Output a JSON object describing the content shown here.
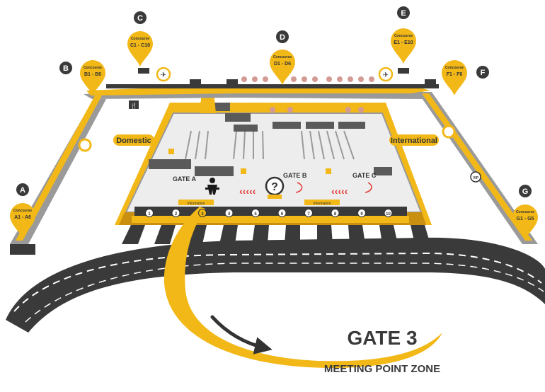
{
  "colors": {
    "accent": "#f2b817",
    "dark": "#333333",
    "road": "#3a3a3a",
    "wall": "#9a9a9a",
    "floor": "#ececec"
  },
  "concourses": [
    {
      "letter": "A",
      "title": "Concourse",
      "range": "A1 - A6"
    },
    {
      "letter": "B",
      "title": "Concourse",
      "range": "B1 - B6"
    },
    {
      "letter": "C",
      "title": "Concourse",
      "range": "C1 - C10"
    },
    {
      "letter": "D",
      "title": "Concourse",
      "range": "D1 - D6"
    },
    {
      "letter": "E",
      "title": "Concourse",
      "range": "E1 - E10"
    },
    {
      "letter": "F",
      "title": "Concourse",
      "range": "F1 - F6"
    },
    {
      "letter": "G",
      "title": "Concourse",
      "range": "G1 - G5"
    }
  ],
  "zones": {
    "domestic": "Domestic",
    "international": "International"
  },
  "gates": {
    "a": "GATE A",
    "b": "GATE B",
    "c": "GATE C"
  },
  "doors": [
    "1",
    "2",
    "3",
    "4",
    "5",
    "6",
    "7",
    "8",
    "9",
    "10"
  ],
  "highlight_door": "3",
  "info_label": "Information",
  "headline": {
    "title": "GATE 3",
    "subtitle": "MEETING  POINT ZONE"
  },
  "icons": [
    "flight-departure-icon",
    "flight-arrival-icon",
    "restroom-icon",
    "restaurant-icon",
    "question-info-icon",
    "vip-icon",
    "meeting-person-icon"
  ]
}
